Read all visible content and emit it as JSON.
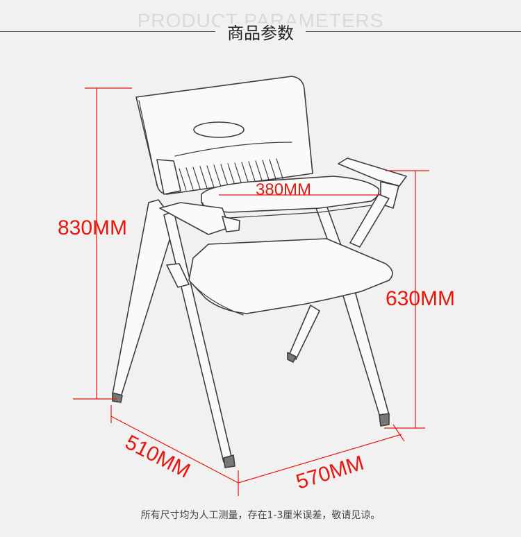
{
  "header": {
    "title_en": "PRODUCT PARAMETERS",
    "title_cn": "商品参数"
  },
  "dimensions": {
    "height": "830MM",
    "seat_height": "630MM",
    "tablet_width": "380MM",
    "depth": "510MM",
    "width": "570MM"
  },
  "footnote": "所有尺寸均为人工测量，存在1-3厘米误差，敬请见谅。",
  "colors": {
    "dimension_red": "#e8160e",
    "background": "#f1f1f1",
    "outline": "#444444"
  }
}
